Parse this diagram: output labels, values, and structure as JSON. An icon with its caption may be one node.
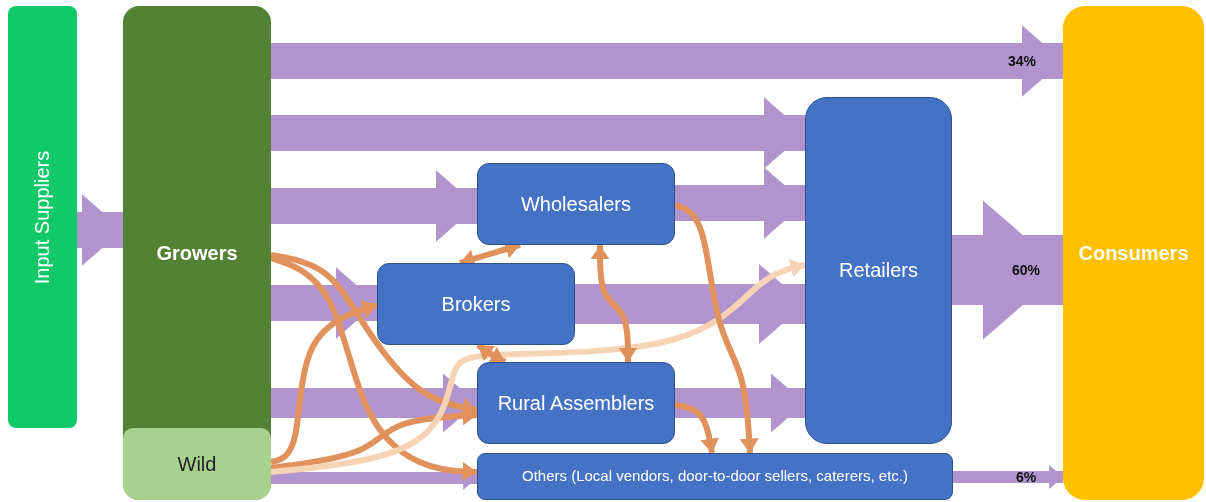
{
  "diagram": {
    "nodes": [
      {
        "text": [
          "Input Suppliers"
        ]
      },
      {
        "text": [
          "Growers"
        ]
      },
      {
        "text": [
          "Wild"
        ],
        "in": 1
      },
      {
        "text": [
          "Wholesalers"
        ]
      },
      {
        "text": [
          "Brokers"
        ]
      },
      {
        "text": [
          "Rural Assemblers"
        ]
      },
      {
        "text": [
          "Retailers"
        ]
      },
      {
        "text": [
          "Others (Local vendors, door-to-door sellers, caterers, etc.)"
        ]
      },
      {
        "text": [
          "Consumers"
        ]
      }
    ],
    "edges": [
      {
        "from": 0,
        "to": 1,
        "arrow": "to",
        "style": "thick"
      },
      {
        "from": 1,
        "to": 8,
        "arrow": "to",
        "label": "34%",
        "style": "thick"
      },
      {
        "from": 1,
        "to": 6,
        "arrow": "to",
        "style": "thick"
      },
      {
        "from": 1,
        "to": 3,
        "arrow": "to",
        "style": "thick"
      },
      {
        "from": 1,
        "to": 4,
        "arrow": "to",
        "style": "thick"
      },
      {
        "from": 1,
        "to": 5,
        "arrow": "to",
        "style": "thick"
      },
      {
        "from": 2,
        "to": 7,
        "arrow": "to",
        "color": "#b194ce"
      },
      {
        "from": 3,
        "to": 6,
        "arrow": "to",
        "style": "thick"
      },
      {
        "from": 4,
        "to": 6,
        "arrow": "to",
        "style": "thick"
      },
      {
        "from": 5,
        "to": 6,
        "arrow": "to",
        "style": "thick"
      },
      {
        "from": 6,
        "to": 8,
        "arrow": "to",
        "label": "60%",
        "style": "thick"
      },
      {
        "from": 7,
        "to": 8,
        "arrow": "to",
        "label": "6%",
        "color": "#b194ce"
      },
      {
        "from": 1,
        "to": 5,
        "arrow": "to",
        "color": "#e1915c"
      },
      {
        "from": 1,
        "to": 7,
        "arrow": "to",
        "color": "#e1915c"
      },
      {
        "from": 2,
        "to": 4,
        "arrow": "to",
        "color": "#e1915c"
      },
      {
        "from": 2,
        "to": 5,
        "arrow": "to",
        "color": "#e1915c"
      },
      {
        "from": 2,
        "to": 6,
        "arrow": "to",
        "color": "#f7d3b5"
      },
      {
        "from": 3,
        "to": 4,
        "arrow": "both",
        "color": "#e1915c"
      },
      {
        "from": 4,
        "to": 5,
        "arrow": "both",
        "color": "#e1915c"
      },
      {
        "from": 3,
        "to": 5,
        "arrow": "both",
        "color": "#e1915c"
      },
      {
        "from": 3,
        "to": 7,
        "arrow": "to",
        "color": "#e1915c"
      },
      {
        "from": 5,
        "to": 7,
        "arrow": "to",
        "color": "#e1915c"
      }
    ]
  }
}
